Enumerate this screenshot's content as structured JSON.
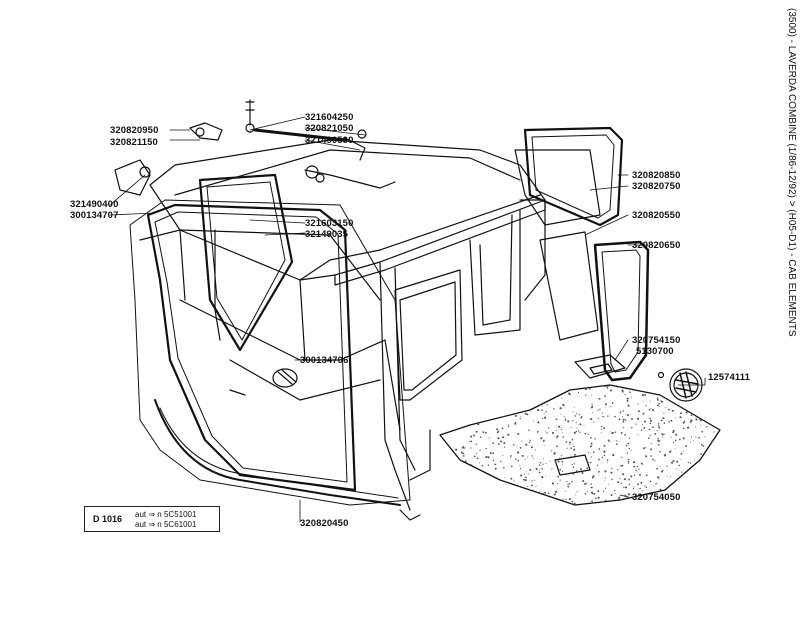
{
  "title_vertical": "(3500) - LAVERDA COMBINE (1/86-12/92) > (H05-D1) - CAB ELEMENTS",
  "labels": {
    "p320820950": "320820950",
    "p320821150": "320821150",
    "p321604250": "321604250",
    "p320821050": "320821050",
    "p321490500": "321490500",
    "p321490400": "321490400",
    "p300134707": "300134707",
    "p321603150": "321603150",
    "p321490350": "32149035",
    "p320820850": "320820850",
    "p320820750": "320820750",
    "p320820550": "320820550",
    "p320820650": "320820650",
    "p320754150": "320754150",
    "p5130700": "5130700",
    "p12574111": "12574111",
    "p300134706": "300134706",
    "p320754050": "320754050",
    "p320820450": "320820450"
  },
  "legend": {
    "code": "D 1016",
    "row1_prefix": "aut",
    "row1_arrow": "⇒",
    "row1_n": "n",
    "row1_value": "5C51001",
    "row2_prefix": "aut",
    "row2_arrow": "⇒",
    "row2_n": "n",
    "row2_value": "5C61001"
  },
  "colors": {
    "ink": "#111111",
    "paper": "#ffffff",
    "speckle": "#555555"
  }
}
